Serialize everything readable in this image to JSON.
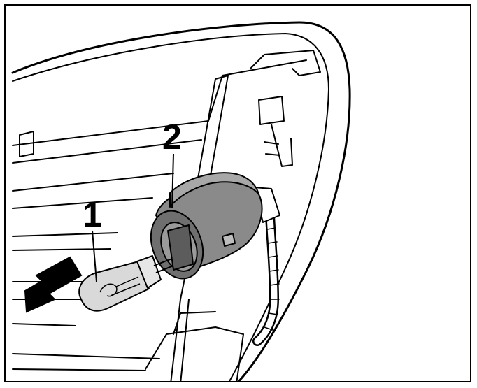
{
  "diagram": {
    "callouts": [
      {
        "id": "1",
        "label": "1"
      },
      {
        "id": "2",
        "label": "2"
      }
    ],
    "colors": {
      "line": "#000000",
      "bulb_fill": "#d9d9d9",
      "socket_fill": "#8a8a8a",
      "socket_dark": "#5c5c5c",
      "background": "#ffffff"
    },
    "icons": [
      "arrow-icon",
      "bulb-icon",
      "socket-icon"
    ]
  }
}
